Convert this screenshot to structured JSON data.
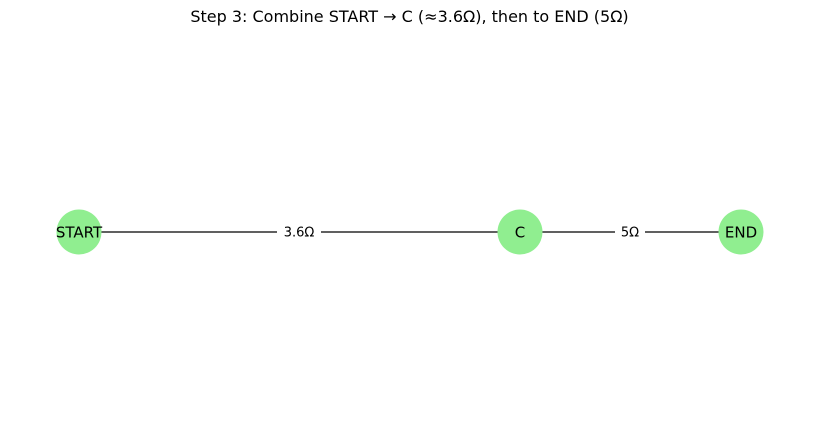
{
  "title": "Step 3: Combine START → C (≈3.6Ω), then to END (5Ω)",
  "colors": {
    "node_fill": "#90ee90",
    "edge": "#000000",
    "background": "#ffffff"
  },
  "nodes": [
    {
      "id": "START",
      "label": "START"
    },
    {
      "id": "C",
      "label": "C"
    },
    {
      "id": "END",
      "label": "END"
    }
  ],
  "edges": [
    {
      "from": "START",
      "to": "C",
      "label": "3.6Ω"
    },
    {
      "from": "C",
      "to": "END",
      "label": "5Ω"
    }
  ]
}
